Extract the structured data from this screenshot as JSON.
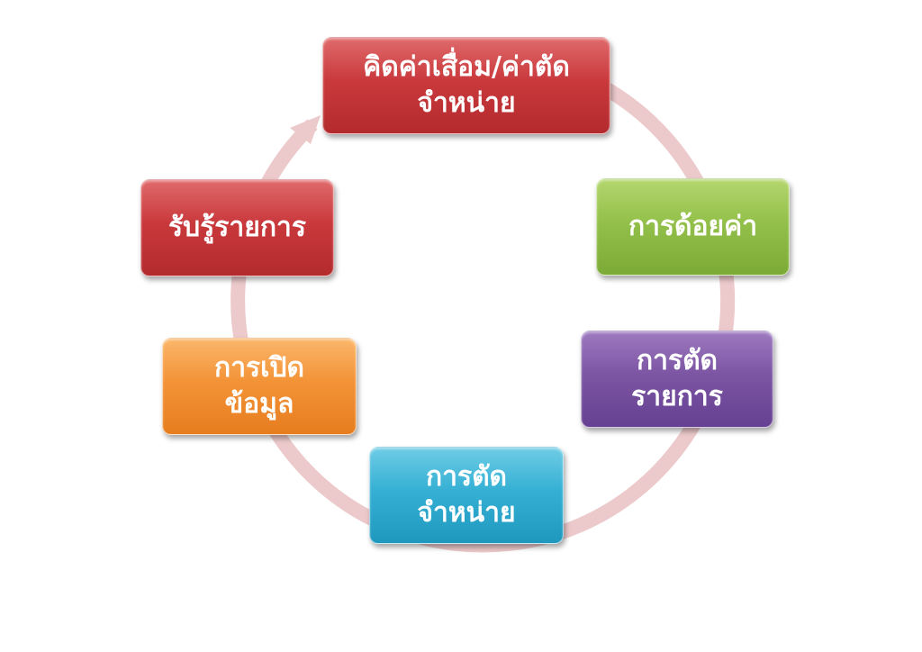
{
  "diagram": {
    "type": "cycle",
    "steps": [
      {
        "line1": "คิดค่าเสื่อม/ค่าตัด",
        "line2": "จำหน่าย",
        "color": "#c0383b"
      },
      {
        "line1": "การด้อยค่า",
        "line2": "",
        "color": "#8fbc48"
      },
      {
        "line1": "การตัด",
        "line2": "รายการ",
        "color": "#7651a0"
      },
      {
        "line1": "การตัด",
        "line2": "จำหน่าย",
        "color": "#2fa8cd"
      },
      {
        "line1": "การเปิด",
        "line2": "ข้อมูล",
        "color": "#f08c2e"
      },
      {
        "line1": "รับรู้รายการ",
        "line2": "",
        "color": "#c0383b"
      }
    ],
    "ring_color": "#ecc9cb"
  }
}
